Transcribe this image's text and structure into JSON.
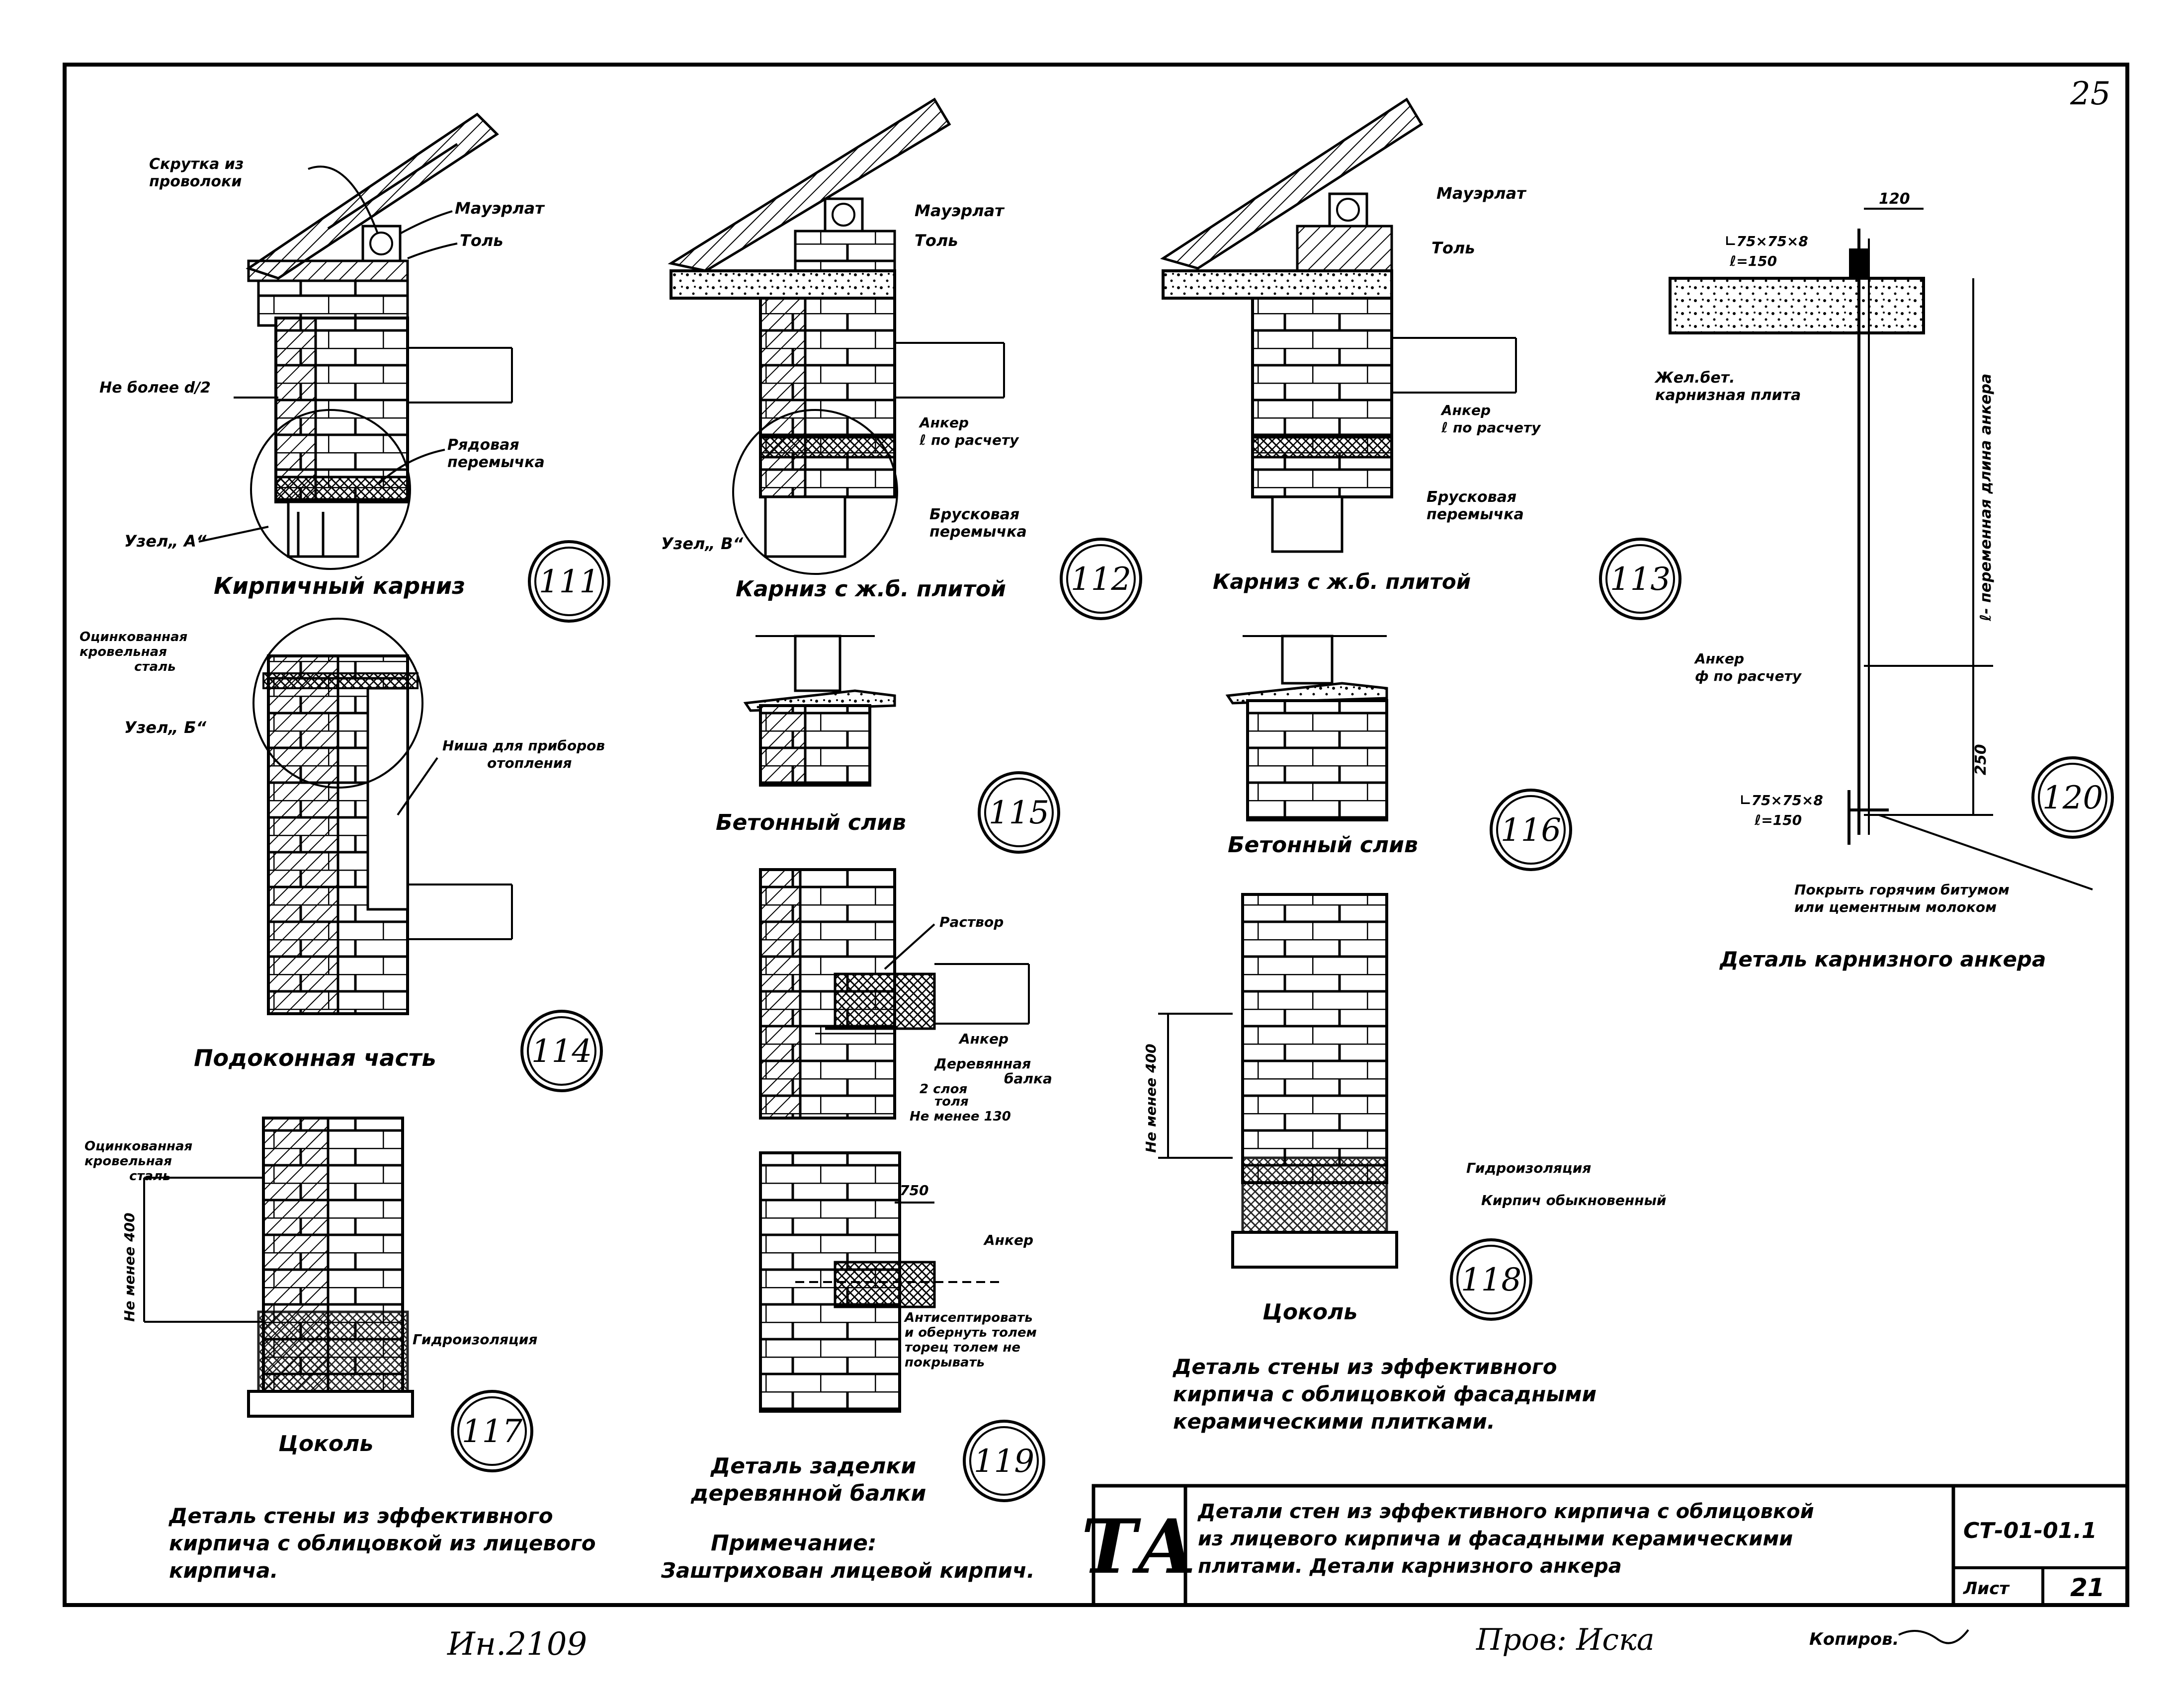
{
  "sheet": {
    "page_number": "25",
    "designation": "СТ-01-01.1",
    "list_label": "Лист",
    "list_number": "21",
    "inventory": "Ин.2109"
  },
  "title_block": {
    "logo": "ТА",
    "title_lines": [
      "Детали стен из эффективного кирпича с облицовкой",
      "из лицевого кирпича и фасадными керамическими",
      "плитами.  Детали карнизного анкера"
    ],
    "checked": "Пров: Иска",
    "copied": "Копиров."
  },
  "details": {
    "d111": {
      "number": "111",
      "caption": "Кирпичный карниз"
    },
    "d112": {
      "number": "112",
      "caption": "Карниз с ж.б. плитой"
    },
    "d113": {
      "number": "113",
      "caption": "Карниз с ж.б. плитой"
    },
    "d114": {
      "number": "114",
      "caption": "Подоконная часть"
    },
    "d115": {
      "number": "115",
      "caption": "Бетонный слив"
    },
    "d116": {
      "number": "116",
      "caption": "Бетонный слив"
    },
    "d117": {
      "number": "117",
      "caption": "Цоколь"
    },
    "d118": {
      "number": "118",
      "caption": "Цоколь"
    },
    "d119": {
      "number": "119",
      "caption_lines": [
        "Деталь заделки",
        "деревянной балки"
      ]
    },
    "d120": {
      "number": "120",
      "caption": "Деталь карнизного анкера"
    }
  },
  "labels": {
    "twist": [
      "Скрутка из",
      "проволоки"
    ],
    "mauerlat": "Мауэрлат",
    "tol": "Толь",
    "not_more": "Не более d/2",
    "row_lintel": [
      "Рядовая",
      "перемычка"
    ],
    "node_a": "Узел„ А“",
    "node_b": "Узел„ Б“",
    "node_v": "Узел„ В“",
    "anchor_calc": [
      "Анкер",
      "ℓ по расчету"
    ],
    "bar_lintel": [
      "Брусковая",
      "перемычка"
    ],
    "galv_steel": [
      "Оцинкованная",
      "кровельная",
      "сталь"
    ],
    "niche": [
      "Ниша для приборов",
      "отопления"
    ],
    "mortar": "Раствор",
    "anchor": "Анкер",
    "wood_beam": [
      "Деревянная",
      "балка"
    ],
    "two_tol": [
      "2 слоя",
      "толя"
    ],
    "not_less_130": "Не менее 130",
    "waterproofing": "Гидроизоляция",
    "ordinary_brick": "Кирпич обыкновенный",
    "not_less_400": "Не менее 400",
    "dim_750": "750",
    "antiseptic": [
      "Антисептировать",
      "и обернуть толем",
      "торец толем не",
      "покрывать"
    ],
    "dim_120": "120",
    "angle_top": [
      "∟75×75×8",
      "ℓ=150"
    ],
    "rc_slab": [
      "Жел.бет.",
      "карнизная плита"
    ],
    "anchor_len": "ℓ- переменная длина анкера",
    "anchor_phi": [
      "Анкер",
      "ф по расчету"
    ],
    "dim_250": "250",
    "angle_bottom": [
      "∟75×75×8",
      "ℓ=150"
    ],
    "bitumen": [
      "Покрыть горячим битумом",
      "или цементным молоком"
    ]
  },
  "notes": {
    "left": [
      "Деталь стены из эффективного",
      "кирпича с облицовкой из лицевого",
      "кирпича."
    ],
    "middle": [
      "Деталь стены из эффективного",
      "кирпича с облицовкой фасадными",
      "керамическими плитками."
    ],
    "remark_title": "Примечание:",
    "remark_text": "Заштрихован лицевой кирпич."
  }
}
